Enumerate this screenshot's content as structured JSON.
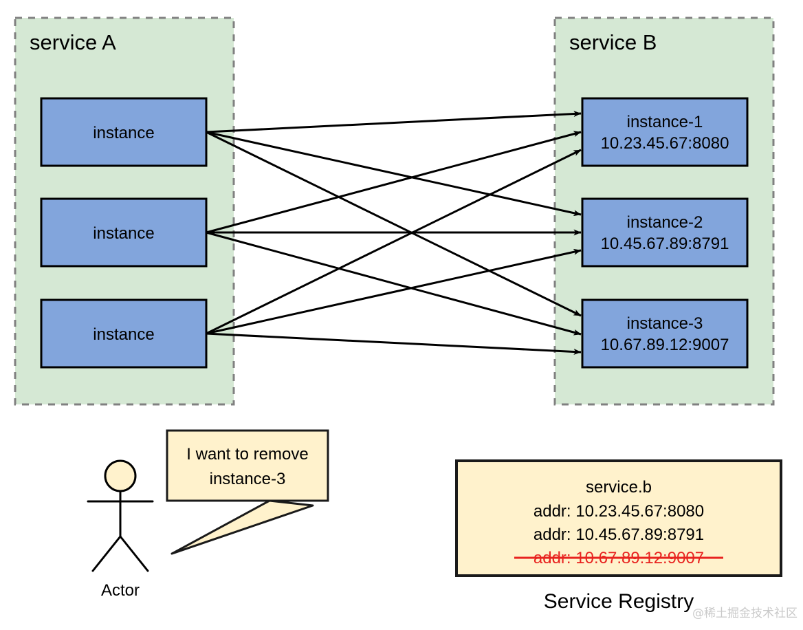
{
  "colors": {
    "group_fill": "#d5e8d4",
    "group_stroke": "#808080",
    "node_fill": "#82a5dc",
    "node_stroke": "#000000",
    "note_fill": "#fff2cc",
    "note_stroke": "#1a1a1a",
    "arrow": "#000000",
    "removed": "#e8231f",
    "background": "#ffffff"
  },
  "groups": [
    {
      "id": "service-a",
      "label": "service A"
    },
    {
      "id": "service-b",
      "label": "service B"
    }
  ],
  "service_a": {
    "label": "service A",
    "instances": [
      {
        "id": "a1",
        "label": "instance"
      },
      {
        "id": "a2",
        "label": "instance"
      },
      {
        "id": "a3",
        "label": "instance"
      }
    ]
  },
  "service_b": {
    "label": "service B",
    "instances": [
      {
        "id": "b1",
        "name": "instance-1",
        "addr": "10.23.45.67:8080",
        "removed": false
      },
      {
        "id": "b2",
        "name": "instance-2",
        "addr": "10.45.67.89:8791",
        "removed": false
      },
      {
        "id": "b3",
        "name": "instance-3",
        "addr": "10.67.89.12:9007",
        "removed": true
      }
    ]
  },
  "actor": {
    "label": "Actor",
    "speech": {
      "line1": "I want to remove",
      "line2": "instance-3"
    }
  },
  "registry": {
    "title": "Service Registry",
    "service_name": "service.b",
    "entries": [
      {
        "text": "addr: 10.23.45.67:8080",
        "removed": false
      },
      {
        "text": "addr: 10.45.67.89:8791",
        "removed": false
      },
      {
        "text": "addr: 10.67.89.12:9007",
        "removed": true
      }
    ]
  },
  "watermark": {
    "text": "@稀土掘金技术社区"
  }
}
